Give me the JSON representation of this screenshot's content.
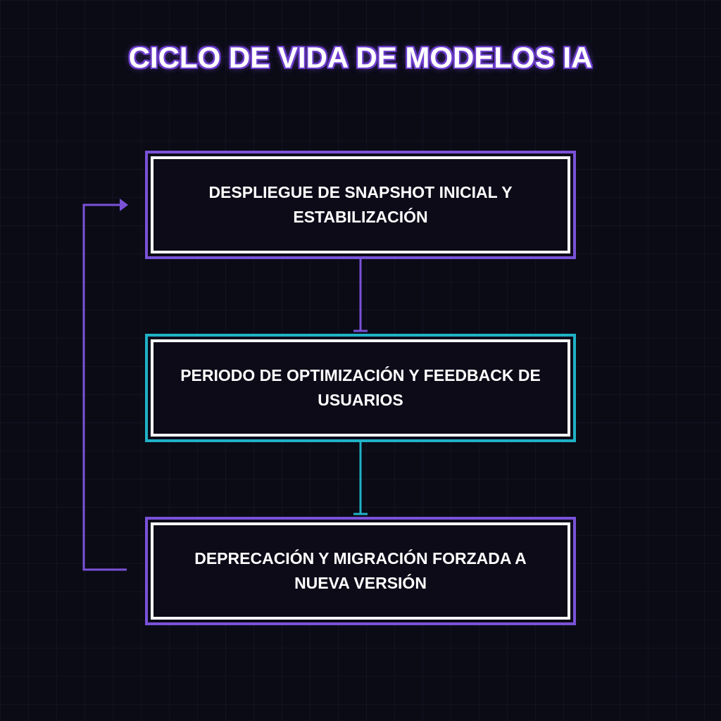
{
  "diagram": {
    "title": "CICLO DE VIDA DE MODELOS IA",
    "steps": [
      {
        "label": "DESPLIEGUE DE SNAPSHOT INICIAL Y ESTABILIZACIÓN",
        "accent": "#7a52d8"
      },
      {
        "label": "PERIODO DE OPTIMIZACIÓN Y FEEDBACK DE USUARIOS",
        "accent": "#1fb2c7"
      },
      {
        "label": "DEPRECACIÓN Y MIGRACIÓN FORZADA A NUEVA VERSIÓN",
        "accent": "#7a52d8"
      }
    ],
    "colors": {
      "background": "#0b0b16",
      "purple": "#7a52d8",
      "cyan": "#1fb2c7",
      "text": "#ffffff"
    }
  }
}
